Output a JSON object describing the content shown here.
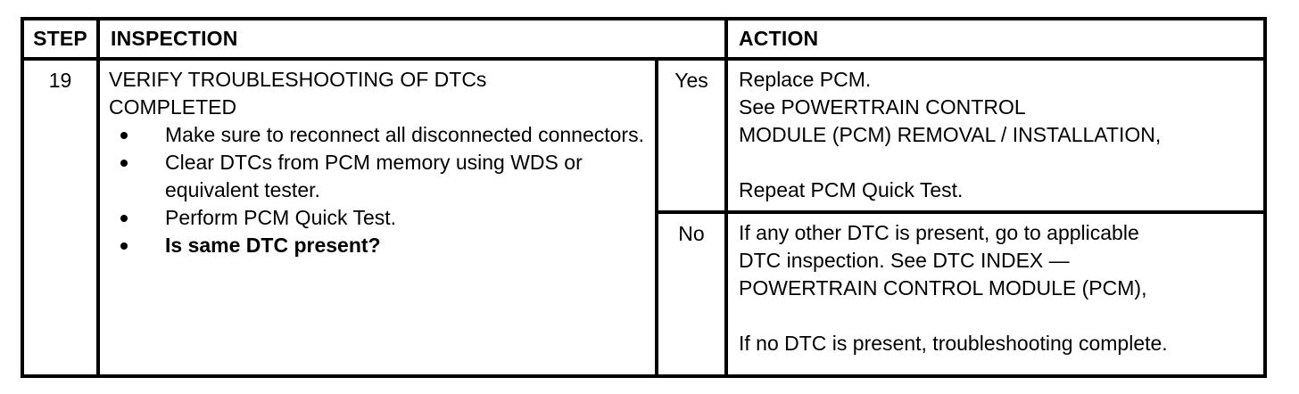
{
  "document": {
    "type": "diagnostic-troubleshooting-table",
    "background_color": "#ffffff",
    "line_color": "#000000"
  },
  "table": {
    "headers": {
      "step": "STEP",
      "inspection": "INSPECTION",
      "action": "ACTION"
    },
    "row": {
      "step_number": "19",
      "inspection": {
        "title": "VERIFY TROUBLESHOOTING OF DTCs\nCOMPLETED",
        "bullets": [
          {
            "text": "Make sure to reconnect all disconnected connectors.",
            "bold": false
          },
          {
            "text": "Clear DTCs from PCM memory using WDS or equivalent tester.",
            "bold": false
          },
          {
            "text": "Perform PCM Quick Test.",
            "bold": false
          },
          {
            "text": "Is same DTC present?",
            "bold": true
          }
        ]
      },
      "outcomes": [
        {
          "label": "Yes",
          "action": "Replace PCM.\nSee POWERTRAIN CONTROL\nMODULE (PCM) REMOVAL / INSTALLATION,\n\nRepeat PCM Quick Test."
        },
        {
          "label": "No",
          "action": "If any other DTC is present, go to applicable\nDTC inspection.  See DTC INDEX —\nPOWERTRAIN CONTROL MODULE (PCM),\n\nIf no DTC is present, troubleshooting complete."
        }
      ]
    }
  }
}
